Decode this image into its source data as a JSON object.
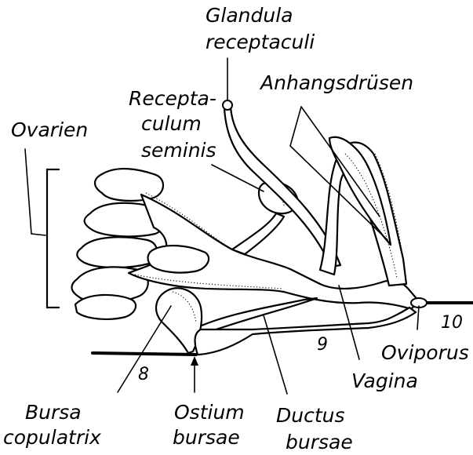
{
  "labels": {
    "glandula_line1": "Glandula",
    "glandula_line2": "receptaculi",
    "recepta_line1": "Recepta-",
    "recepta_line2": "culum",
    "recepta_line3": "seminis",
    "anhangsdrusen": "Anhangsdrüsen",
    "ovarien": "Ovarien",
    "bursa_line1": "Bursa",
    "bursa_line2": "copulatrix",
    "ostium_line1": "Ostium",
    "ostium_line2": "bursae",
    "ductus_line1": "Ductus",
    "ductus_line2": "bursae",
    "vagina": "Vagina",
    "oviporus": "Oviporus"
  },
  "segments": {
    "seg8": "8",
    "seg9": "9",
    "seg10": "10"
  }
}
